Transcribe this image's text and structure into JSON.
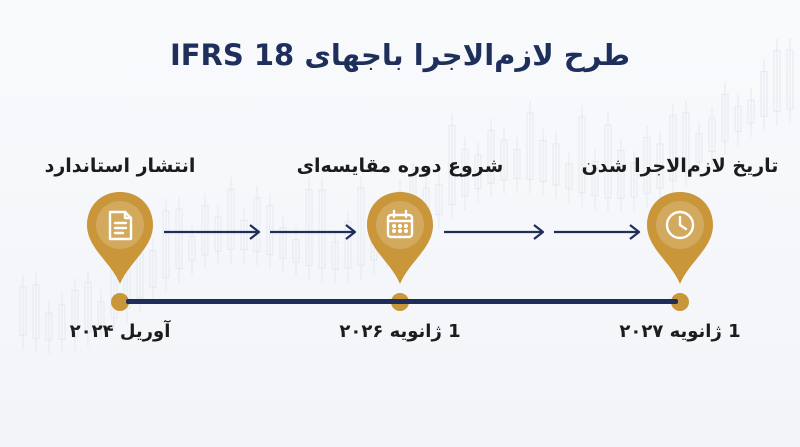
{
  "title": "طرح لازم‌الاجرا باجهای IFRS 18",
  "milestones": [
    {
      "label": "انتشار استاندارد",
      "date": "آوریل ۲۰۲۴",
      "icon": "document-icon"
    },
    {
      "label": "شروع دوره مقایسه‌ای",
      "date": "1 ژانویه ۲۰۲۶",
      "icon": "calendar-icon"
    },
    {
      "label": "تاریخ لازم‌الاجرا شدن",
      "date": "1 ژانویه ۲۰۲۷",
      "icon": "clock-icon"
    }
  ],
  "colors": {
    "accent": "#c9963a",
    "navy": "#1e2d5a",
    "title": "#1f2f5c"
  }
}
